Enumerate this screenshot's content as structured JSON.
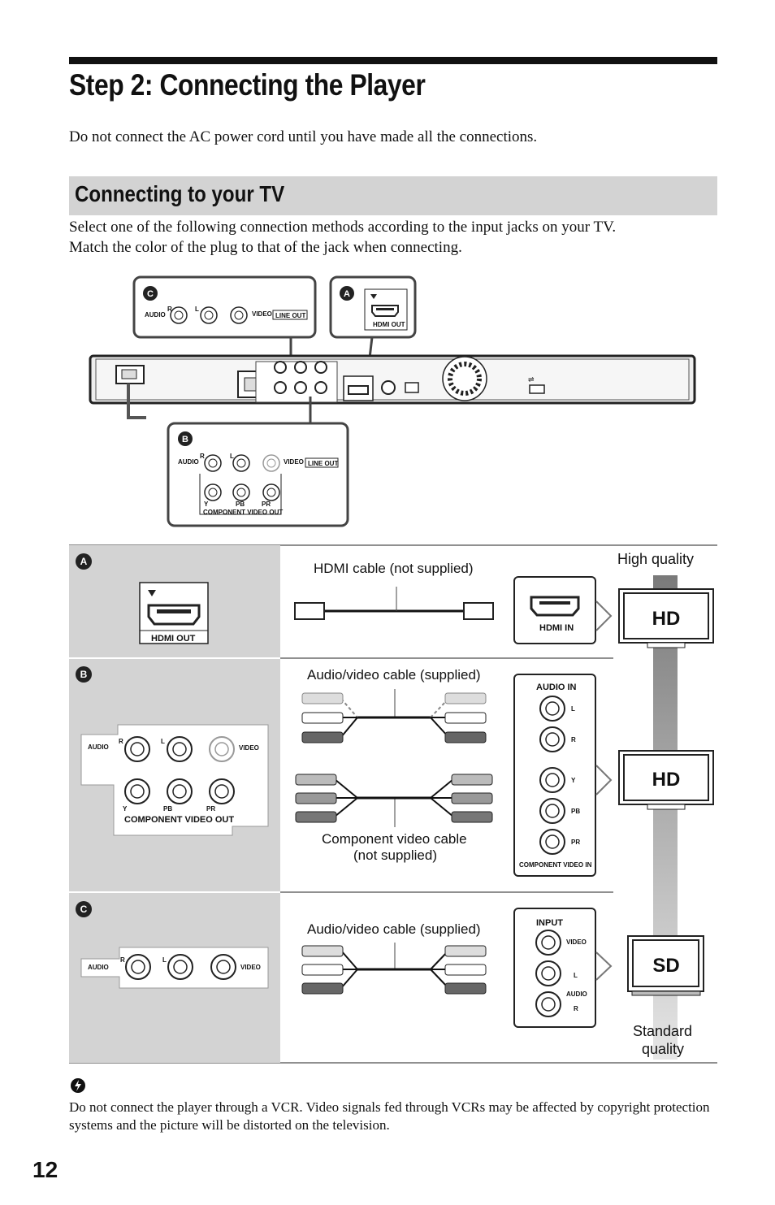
{
  "page": {
    "title": "Step 2: Connecting the Player",
    "intro": "Do not connect the AC power cord until you have made all the connections.",
    "section_title": "Connecting to your TV",
    "section_text_1": "Select one of the following connection methods according to the input jacks on your TV.",
    "section_text_2": "Match the color of the plug to that of the jack when connecting.",
    "note": "Do not connect the player through a VCR. Video signals fed through VCRs may be affected by copyright protection systems and the picture will be distorted on the television.",
    "page_number": "12"
  },
  "diagram": {
    "letters": {
      "a": "A",
      "b": "B",
      "c": "C"
    },
    "audio": "AUDIO",
    "r": "R",
    "l": "L",
    "video": "VIDEO",
    "line_out": "LINE OUT",
    "hdmi_out": "HDMI OUT",
    "component_video_out": "COMPONENT VIDEO OUT",
    "y": "Y",
    "pb": "PB",
    "pr": "PR"
  },
  "table": {
    "hdmi_cable": "HDMI cable (not supplied)",
    "av_cable_b": "Audio/video cable (supplied)",
    "component_cable_1": "Component video cable",
    "component_cable_2": "(not supplied)",
    "av_cable_c": "Audio/video cable (supplied)",
    "high_quality": "High quality",
    "standard_quality_1": "Standard",
    "standard_quality_2": "quality",
    "hd": "HD",
    "sd": "SD",
    "hdmi_in": "HDMI IN",
    "audio_in": "AUDIO IN",
    "component_video_in": "COMPONENT VIDEO IN",
    "input": "INPUT",
    "video": "VIDEO",
    "audio": "AUDIO"
  },
  "colors": {
    "accent_gray": "#d3d3d3",
    "text": "#111111"
  }
}
